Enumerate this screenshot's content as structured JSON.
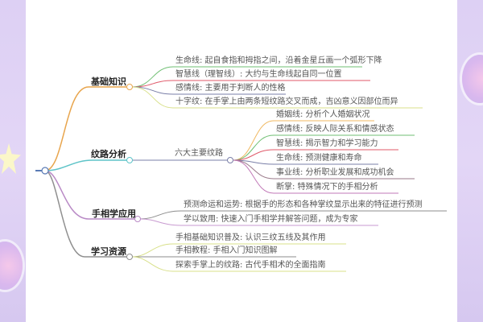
{
  "mindmap": {
    "branches": [
      {
        "label": "基础知识",
        "color": "#e8a54d",
        "children": [
          {
            "text": "生命线: 起自食指和拇指之间，沿着金星丘画一个弧形下降",
            "color": "#6fbf73"
          },
          {
            "text": "智慧线（理智线）: 大约与生命线起自同一位置",
            "color": "#e05a6a"
          },
          {
            "text": "感情线: 主要用于判断人的性格",
            "color": "#7a7fa8"
          },
          {
            "text": "十字纹: 在手掌上由两条短纹路交叉而成，吉凶意义因部位而异",
            "color": "#d8e08a"
          }
        ]
      },
      {
        "label": "纹路分析",
        "color": "#5ec4c8",
        "sub": "六大主要纹路",
        "children": [
          {
            "text": "婚姻线: 分析个人婚姻状况",
            "color": "#f0b860"
          },
          {
            "text": "感情线: 反映人际关系和情感状态",
            "color": "#6fbf73"
          },
          {
            "text": "智慧线: 揭示智力和学习能力",
            "color": "#e05a6a"
          },
          {
            "text": "生命线: 预测健康和寿命",
            "color": "#7a7fa8"
          },
          {
            "text": "事业线: 分析职业发展和成功机会",
            "color": "#9a7a8a"
          },
          {
            "text": "断掌: 特殊情况下的手相分析",
            "color": "#c27ab8"
          }
        ]
      },
      {
        "label": "手相学应用",
        "color": "#b98ac6",
        "children": [
          {
            "text": "预测命运和运势: 根据手的形态和各种掌纹显示出来的特征进行预测",
            "color": "#8d8d8d"
          },
          {
            "text": "学以致用: 快速入门手相学并解答问题，成为专家",
            "color": "#c89ad0"
          }
        ]
      },
      {
        "label": "学习资源",
        "color": "#8f8f8f",
        "children": [
          {
            "text": "手相基础知识普及: 认识三纹五线及其作用",
            "color": "#d8e08a"
          },
          {
            "text": "手相教程: 手相入门知识图解",
            "color": "#8d8d8d"
          },
          {
            "text": "探索手掌上的纹路: 古代手相术的全面指南",
            "color": "#d8e08a"
          }
        ]
      }
    ]
  }
}
